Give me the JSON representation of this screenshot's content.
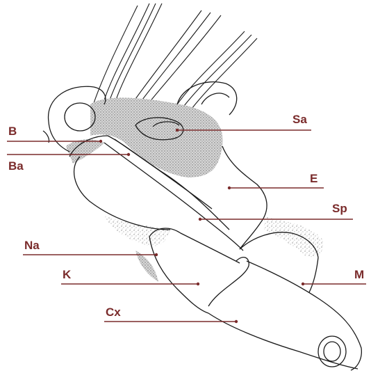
{
  "colors": {
    "label": "#7a2b2b",
    "leader": "#7a2b2b",
    "outline": "#1a1a1a",
    "stipple": "#b9b9b9"
  },
  "labels": {
    "B": "B",
    "Ba": "Ba",
    "Na": "Na",
    "K": "K",
    "Cx": "Cx",
    "Sa": "Sa",
    "E": "E",
    "Sp": "Sp",
    "M": "M"
  }
}
